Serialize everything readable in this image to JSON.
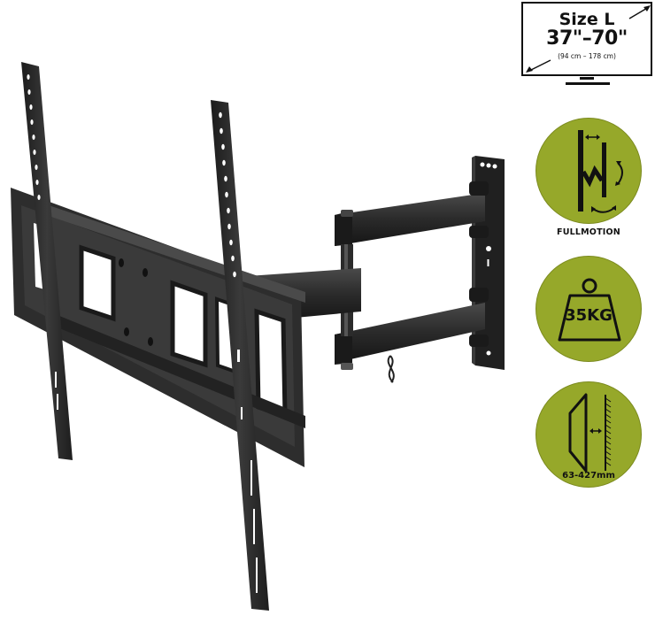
{
  "product": {
    "subject": "Full-motion TV wall mount with double articulating arm",
    "finish_color": "#2a2a2a"
  },
  "size_badge": {
    "icon": "tv-screen-icon",
    "title": "Size L",
    "range": "37\"–70\"",
    "range_cm": "(94 cm – 178 cm)"
  },
  "features": [
    {
      "icon": "fullmotion-icon",
      "label": "FULLMOTION",
      "inner_text": ""
    },
    {
      "icon": "weight-icon",
      "label": "",
      "inner_text": "35KG"
    },
    {
      "icon": "wall-distance-icon",
      "label": "",
      "inner_text": "63-427mm"
    }
  ],
  "colors": {
    "badge_green": "#96a82a",
    "ink": "#111111",
    "steel": "#2a2a2a"
  }
}
